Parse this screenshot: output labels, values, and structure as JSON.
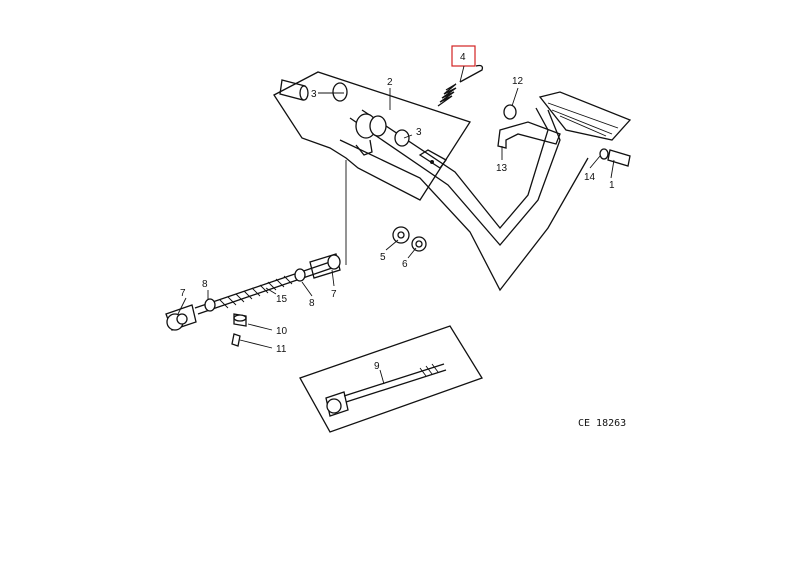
{
  "labels": {
    "l1": "1",
    "l2": "2",
    "l3a": "3",
    "l3b": "3",
    "l4": "4",
    "l5": "5",
    "l6": "6",
    "l7a": "7",
    "l7b": "7",
    "l8a": "8",
    "l8b": "8",
    "l9": "9",
    "l10": "10",
    "l11": "11",
    "l12": "12",
    "l13": "13",
    "l14": "14",
    "l15": "15"
  },
  "code": "CE 18263",
  "highlight_color": "#d22222"
}
